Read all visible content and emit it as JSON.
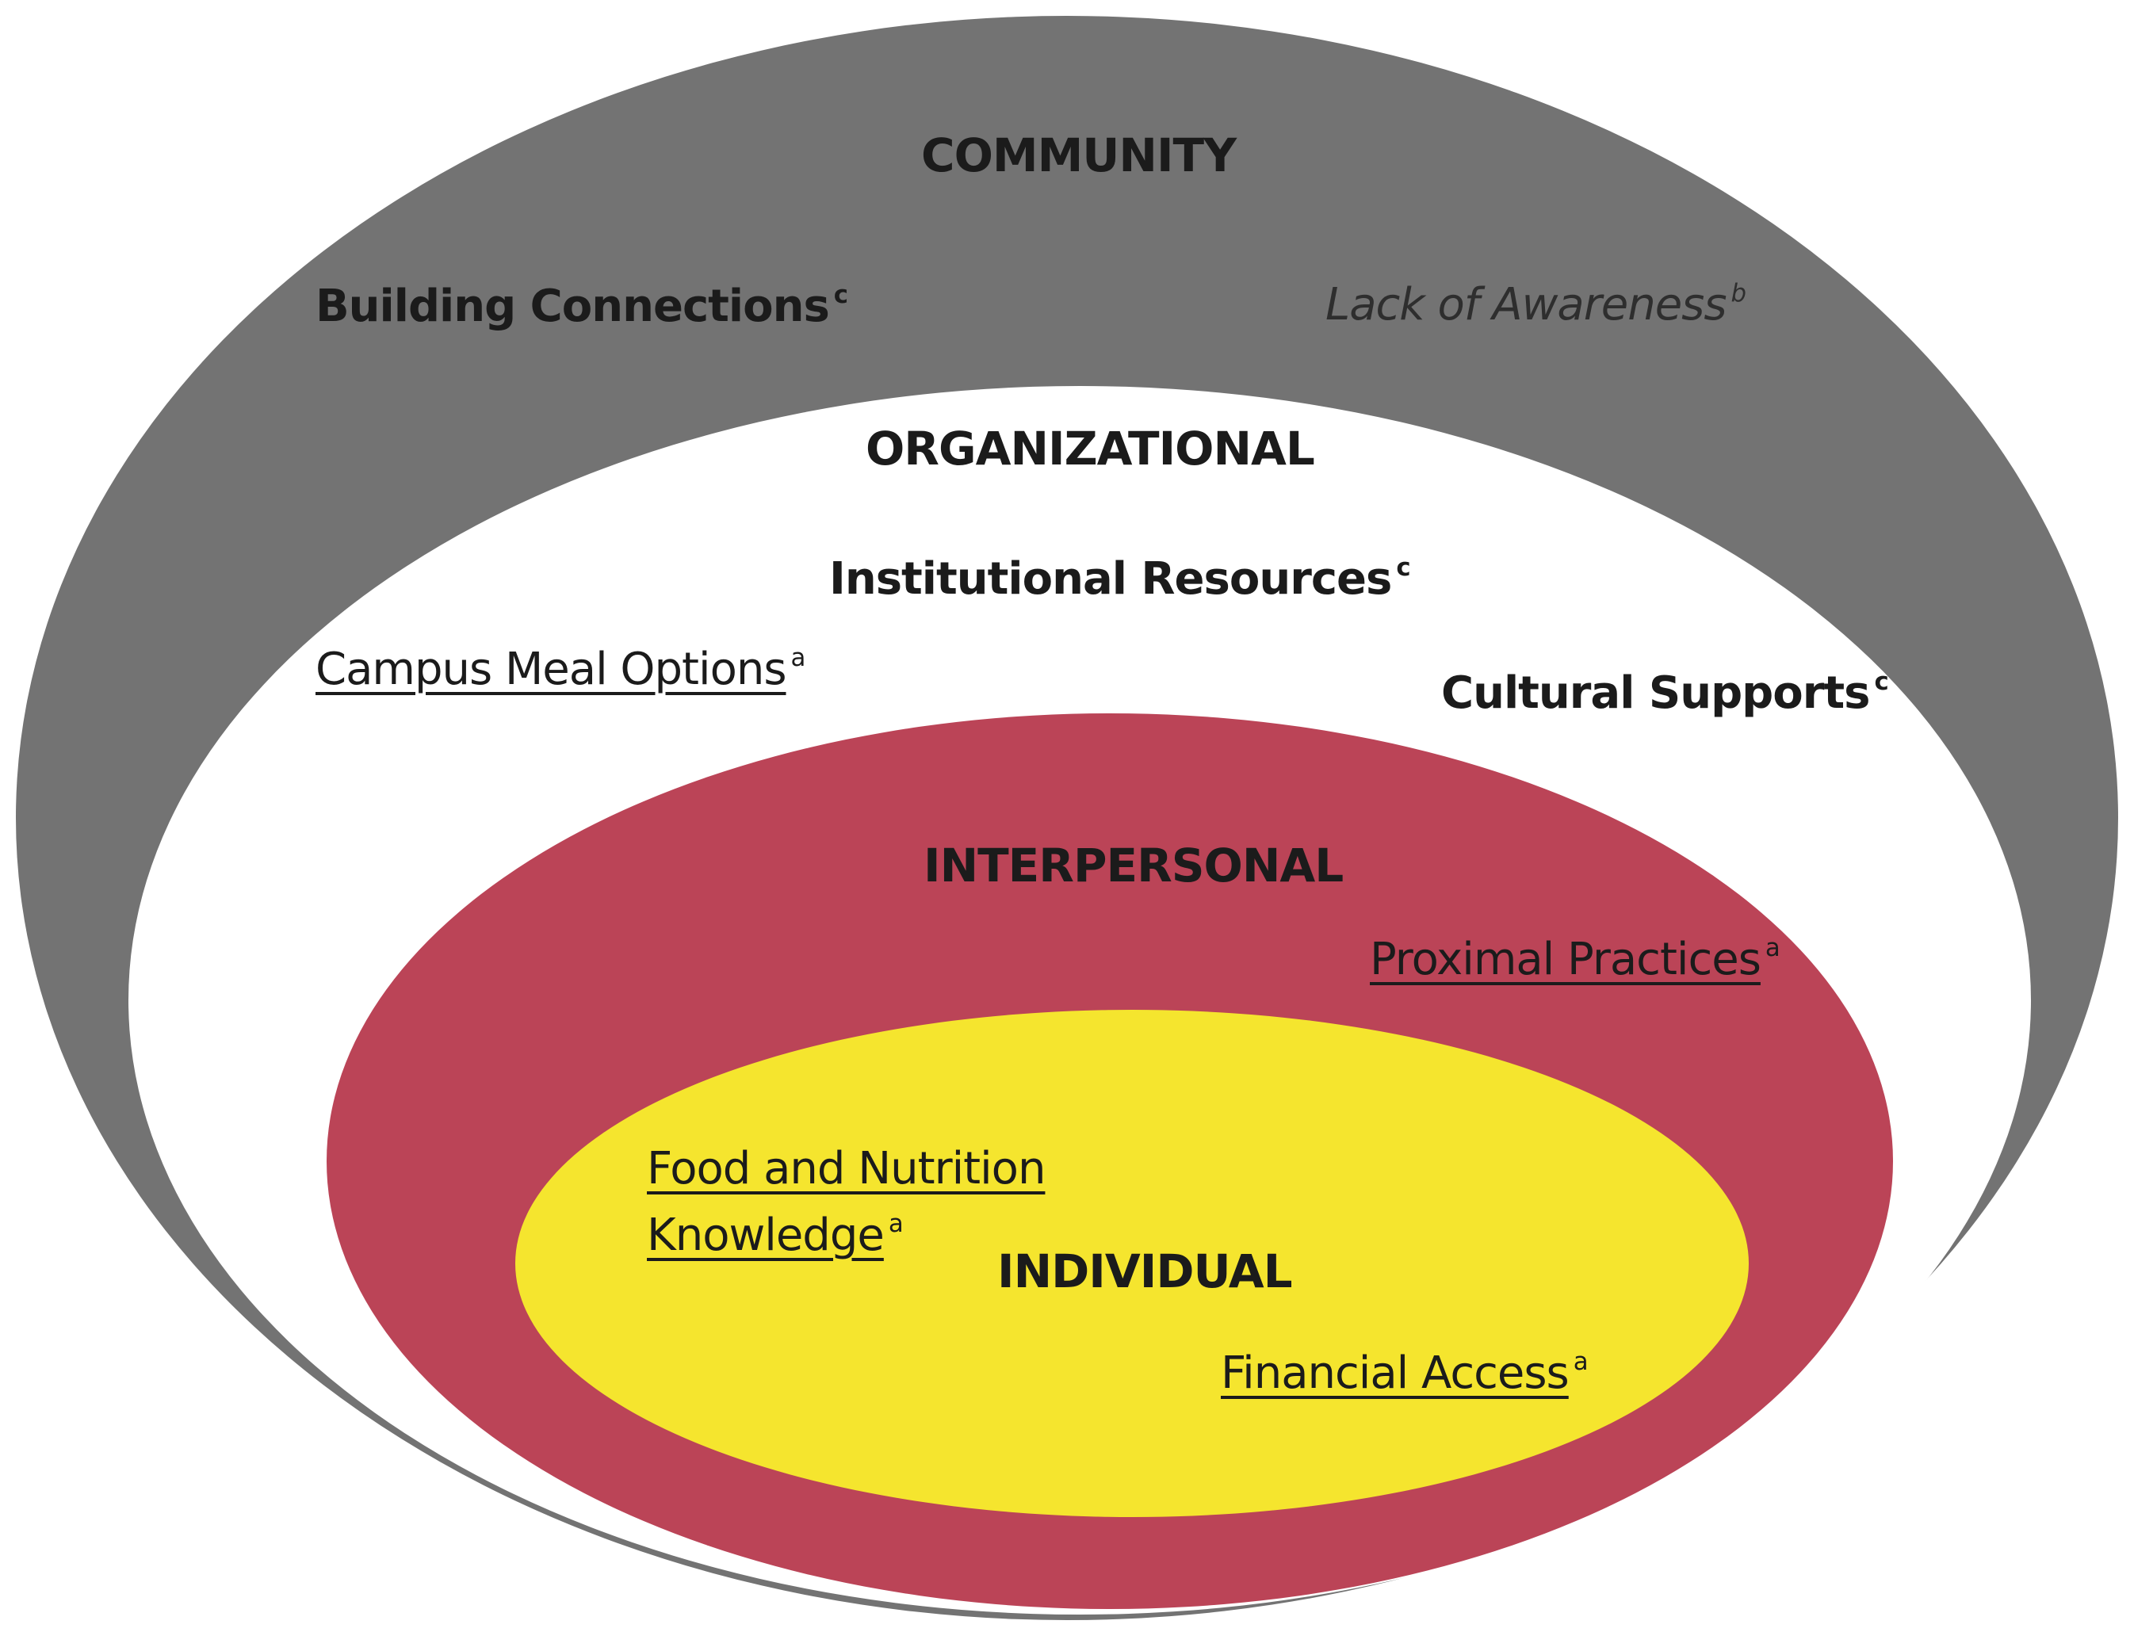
{
  "colors": {
    "community": "#737373",
    "organizational": "#ffffff",
    "interpersonal": "#bb4457",
    "individual": "#f5e52e",
    "text": "#1b1b1b"
  },
  "levels": {
    "community": "COMMUNITY",
    "organizational": "ORGANIZATIONAL",
    "interpersonal": "INTERPERSONAL",
    "individual": "INDIVIDUAL"
  },
  "factors": {
    "building_connections": {
      "label": "Building Connections",
      "sup": "c"
    },
    "lack_of_awareness": {
      "label": "Lack of Awareness",
      "sup": "b"
    },
    "institutional_resources": {
      "label": "Institutional Resources",
      "sup": "c"
    },
    "campus_meal_options": {
      "label": "Campus Meal Options",
      "sup": "a"
    },
    "cultural_supports": {
      "label": "Cultural Supports",
      "sup": "c"
    },
    "proximal_practices": {
      "label": "Proximal Practices",
      "sup": "a"
    },
    "food_nutrition_knowledge": {
      "line1": "Food and Nutrition",
      "line2": "Knowledge",
      "sup": "a"
    },
    "financial_access": {
      "label": "Financial Access",
      "sup": "a"
    }
  }
}
